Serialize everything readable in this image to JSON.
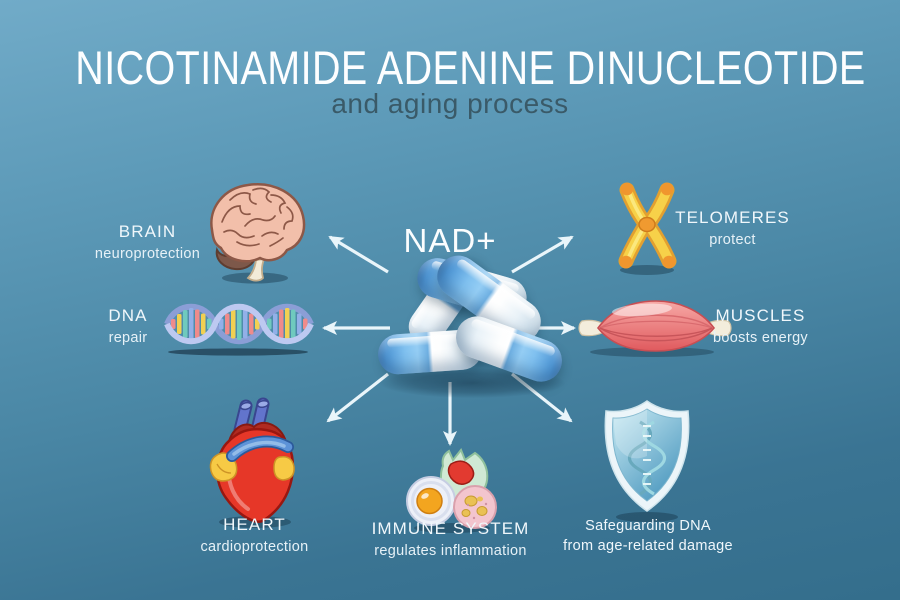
{
  "header": {
    "title": "NICOTINAMIDE ADENINE DINUCLEOTIDE",
    "subtitle": "and aging process"
  },
  "center": {
    "label": "NAD+",
    "icon": "pills-icon"
  },
  "nodes": {
    "brain": {
      "title": "BRAIN",
      "subtitle": "neuroprotection",
      "icon": "brain-icon"
    },
    "telomeres": {
      "title": "TELOMERES",
      "subtitle": "protect",
      "icon": "chromosome-icon"
    },
    "dna": {
      "title": "DNA",
      "subtitle": "repair",
      "icon": "dna-helix-icon"
    },
    "muscles": {
      "title": "MUSCLES",
      "subtitle": "boosts energy",
      "icon": "muscle-icon"
    },
    "heart": {
      "title": "HEART",
      "subtitle": "cardioprotection",
      "icon": "heart-icon"
    },
    "immune": {
      "title": "IMMUNE SYSTEM",
      "subtitle": "regulates inflammation",
      "icon": "immune-cells-icon"
    },
    "shield": {
      "title": "Safeguarding DNA",
      "subtitle": "from age-related damage",
      "icon": "shield-dna-icon"
    }
  },
  "colors": {
    "background_top": "#71abc8",
    "background_bottom": "#346e8c",
    "title_text": "#fdfeff",
    "subtitle_text": "#3a5a68",
    "label_text": "#f0f7fb",
    "arrow": "#e9f5fa",
    "pill_blue": "#4f97d6",
    "pill_white": "#fdfefe",
    "chromosome_yellow": "#f7d149",
    "muscle_red": "#e05a5e",
    "heart_red": "#e63728",
    "shield_blue": "#4f9ac0"
  }
}
